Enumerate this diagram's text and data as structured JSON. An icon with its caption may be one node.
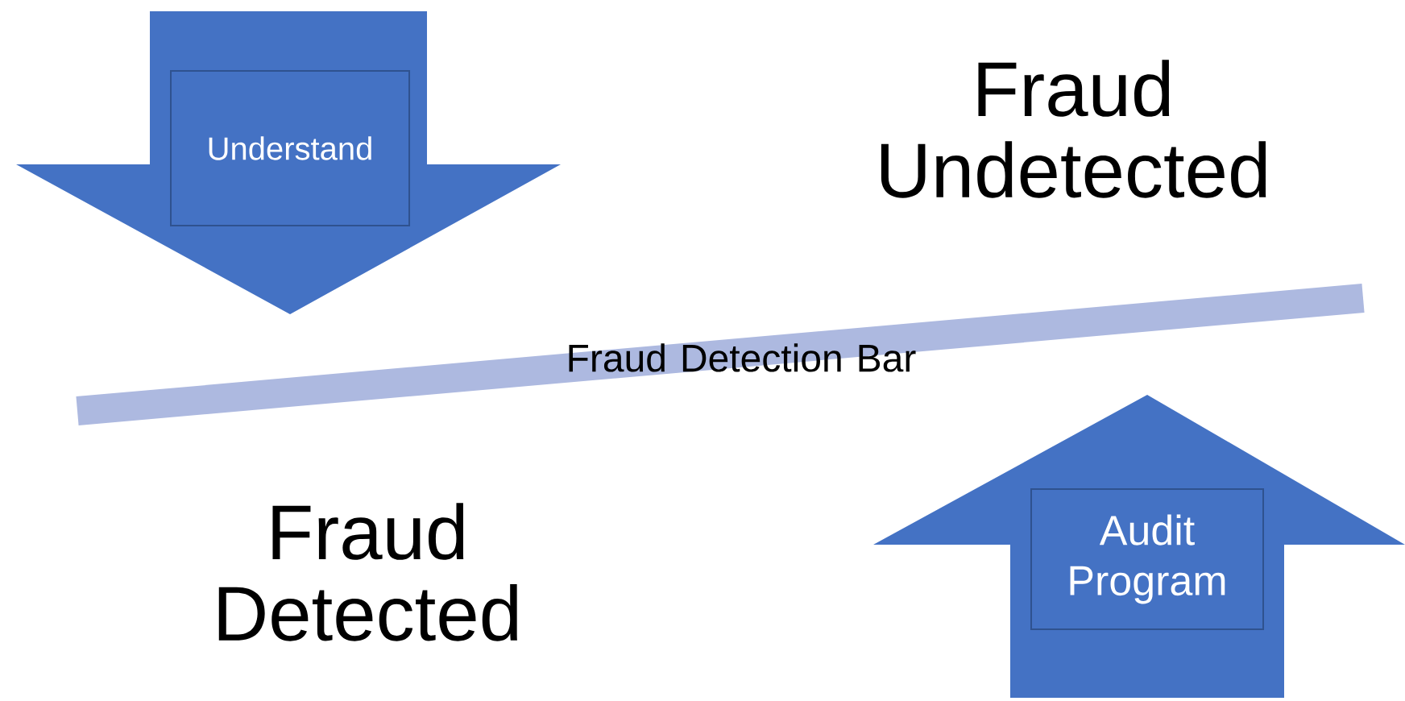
{
  "diagram": {
    "nodes": [
      {
        "text": [
          "Understand"
        ]
      },
      {
        "text": [
          "Audit Program"
        ]
      }
    ],
    "labels": [
      "Fraud Undetected",
      "Fraud Detection Bar",
      "Fraud Detected"
    ]
  }
}
